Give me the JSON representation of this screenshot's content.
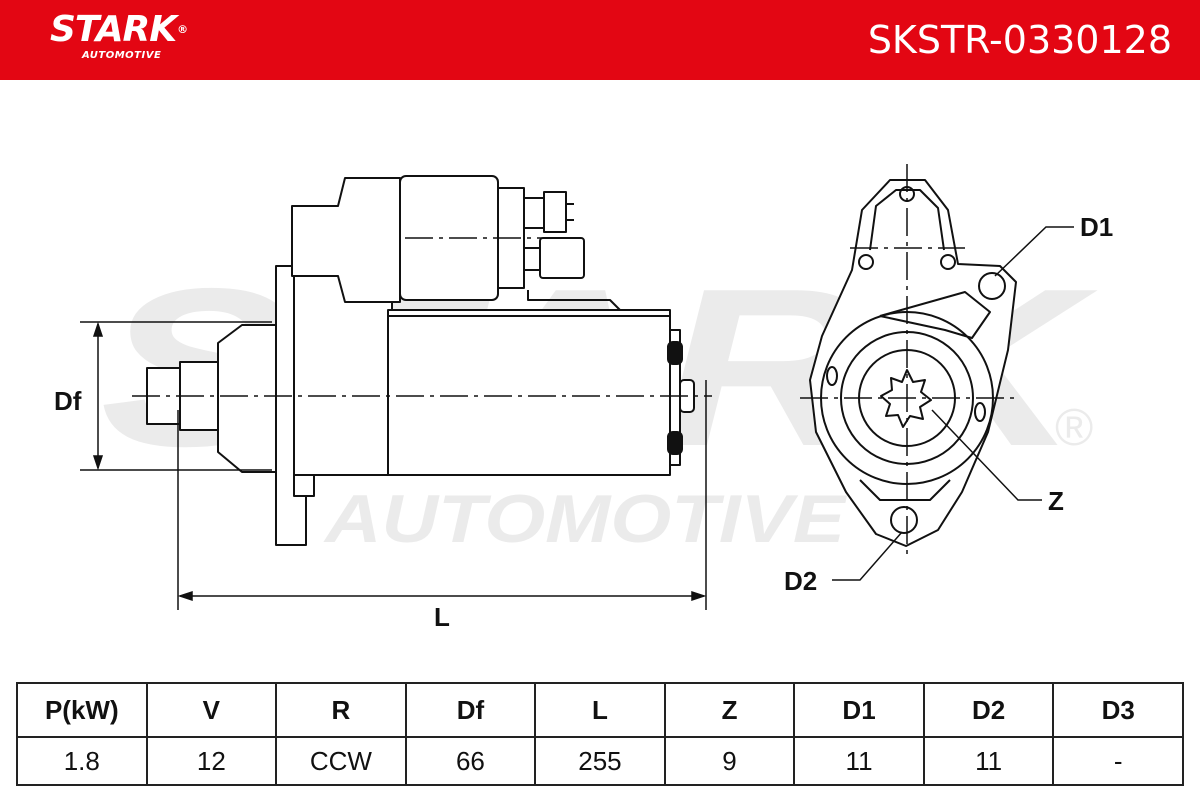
{
  "header": {
    "logo_text": "STARK",
    "logo_reg": "®",
    "logo_sub": "AUTOMOTIVE",
    "part_number": "SKSTR-0330128",
    "color": "#e30613"
  },
  "watermark": {
    "main": "STARK",
    "sub": "AUTOMOTIVE",
    "reg": "®"
  },
  "drawing": {
    "labels": {
      "df": "Df",
      "l": "L",
      "d1": "D1",
      "d2": "D2",
      "z": "Z"
    }
  },
  "specs": {
    "headers": [
      "P(kW)",
      "V",
      "R",
      "Df",
      "L",
      "Z",
      "D1",
      "D2",
      "D3"
    ],
    "values": [
      "1.8",
      "12",
      "CCW",
      "66",
      "255",
      "9",
      "11",
      "11",
      "-"
    ]
  }
}
